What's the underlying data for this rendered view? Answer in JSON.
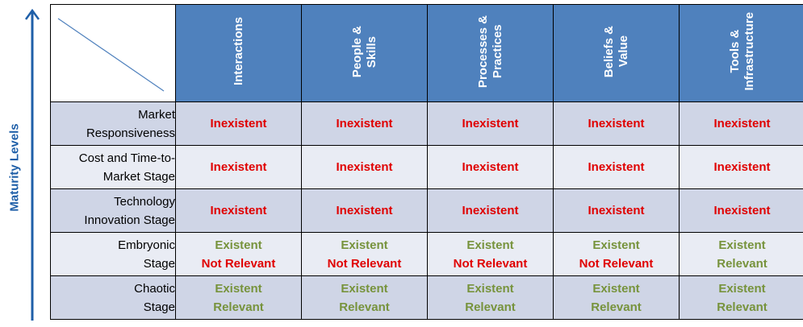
{
  "axis": {
    "label": "Maturity Levels"
  },
  "columns": [
    {
      "label": "Interactions"
    },
    {
      "label": "People &\nSkills"
    },
    {
      "label": "Processes &\nPractices"
    },
    {
      "label": "Beliefs &\nValue"
    },
    {
      "label": "Tools &\nInfrastructure"
    }
  ],
  "rows": [
    {
      "label": "Market\nResponsiveness",
      "cells": [
        [
          {
            "text": "Inexistent",
            "tone": "red"
          }
        ],
        [
          {
            "text": "Inexistent",
            "tone": "red"
          }
        ],
        [
          {
            "text": "Inexistent",
            "tone": "red"
          }
        ],
        [
          {
            "text": "Inexistent",
            "tone": "red"
          }
        ],
        [
          {
            "text": "Inexistent",
            "tone": "red"
          }
        ]
      ]
    },
    {
      "label": "Cost and Time-to-\nMarket Stage",
      "cells": [
        [
          {
            "text": "Inexistent",
            "tone": "red"
          }
        ],
        [
          {
            "text": "Inexistent",
            "tone": "red"
          }
        ],
        [
          {
            "text": "Inexistent",
            "tone": "red"
          }
        ],
        [
          {
            "text": "Inexistent",
            "tone": "red"
          }
        ],
        [
          {
            "text": "Inexistent",
            "tone": "red"
          }
        ]
      ]
    },
    {
      "label": "Technology\nInnovation Stage",
      "cells": [
        [
          {
            "text": "Inexistent",
            "tone": "red"
          }
        ],
        [
          {
            "text": "Inexistent",
            "tone": "red"
          }
        ],
        [
          {
            "text": "Inexistent",
            "tone": "red"
          }
        ],
        [
          {
            "text": "Inexistent",
            "tone": "red"
          }
        ],
        [
          {
            "text": "Inexistent",
            "tone": "red"
          }
        ]
      ]
    },
    {
      "label": "Embryonic\nStage",
      "cells": [
        [
          {
            "text": "Existent",
            "tone": "green"
          },
          {
            "text": "Not Relevant",
            "tone": "red"
          }
        ],
        [
          {
            "text": "Existent",
            "tone": "green"
          },
          {
            "text": "Not Relevant",
            "tone": "red"
          }
        ],
        [
          {
            "text": "Existent",
            "tone": "green"
          },
          {
            "text": "Not Relevant",
            "tone": "red"
          }
        ],
        [
          {
            "text": "Existent",
            "tone": "green"
          },
          {
            "text": "Not Relevant",
            "tone": "red"
          }
        ],
        [
          {
            "text": "Existent",
            "tone": "green"
          },
          {
            "text": "Relevant",
            "tone": "green"
          }
        ]
      ]
    },
    {
      "label": "Chaotic\nStage",
      "cells": [
        [
          {
            "text": "Existent",
            "tone": "green"
          },
          {
            "text": "Relevant",
            "tone": "green"
          }
        ],
        [
          {
            "text": "Existent",
            "tone": "green"
          },
          {
            "text": "Relevant",
            "tone": "green"
          }
        ],
        [
          {
            "text": "Existent",
            "tone": "green"
          },
          {
            "text": "Relevant",
            "tone": "green"
          }
        ],
        [
          {
            "text": "Existent",
            "tone": "green"
          },
          {
            "text": "Relevant",
            "tone": "green"
          }
        ],
        [
          {
            "text": "Existent",
            "tone": "green"
          },
          {
            "text": "Relevant",
            "tone": "green"
          }
        ]
      ]
    }
  ],
  "colors": {
    "header_bg": "#4f81bd",
    "axis": "#1f5fa8",
    "red": "#e00000",
    "green": "#77933c",
    "row_dark": "#cfd5e6",
    "row_light": "#e9ecf4"
  }
}
